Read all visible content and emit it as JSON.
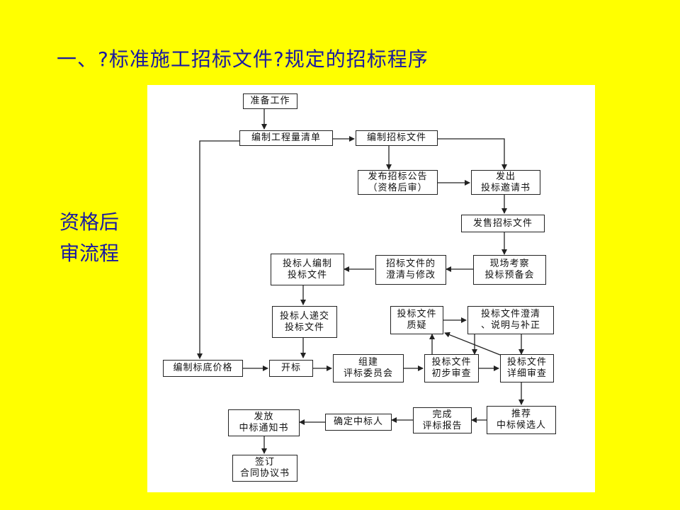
{
  "slide": {
    "title": "一、?标准施工招标文件?规定的招标程序",
    "side_label": [
      "资格后",
      "审流程"
    ]
  },
  "flowchart": {
    "nodes": {
      "prepare": [
        "准备工作"
      ],
      "bill": [
        "编制工程量清单"
      ],
      "draft_docs": [
        "编制招标文件"
      ],
      "announce": [
        "发布招标公告",
        "（资格后审）"
      ],
      "invite": [
        "发出",
        "投标邀请书"
      ],
      "sell_docs": [
        "发售招标文件"
      ],
      "site_visit": [
        "现场考察",
        "投标预备会"
      ],
      "clarify_docs": [
        "招标文件的",
        "澄清与修改"
      ],
      "bidder_prepare": [
        "投标人编制",
        "投标文件"
      ],
      "bidder_submit": [
        "投标人递交",
        "投标文件"
      ],
      "bid_query": [
        "投标文件",
        "质疑"
      ],
      "bid_clarify": [
        "投标文件澄清",
        "、说明与补正"
      ],
      "base_price": [
        "编制标底价格"
      ],
      "open_bid": [
        "开标"
      ],
      "committee": [
        "组建",
        "评标委员会"
      ],
      "prelim_review": [
        "投标文件",
        "初步审查"
      ],
      "detail_review": [
        "投标文件",
        "详细审查"
      ],
      "recommend": [
        "推荐",
        "中标候选人"
      ],
      "report": [
        "完成",
        "评标报告"
      ],
      "winner": [
        "确定中标人"
      ],
      "notice": [
        "发放",
        "中标通知书"
      ],
      "contract": [
        "签订",
        "合同协议书"
      ]
    }
  },
  "colors": {
    "background": "#ffff00",
    "text": "#1a1aa0",
    "panel": "#ffffff"
  }
}
